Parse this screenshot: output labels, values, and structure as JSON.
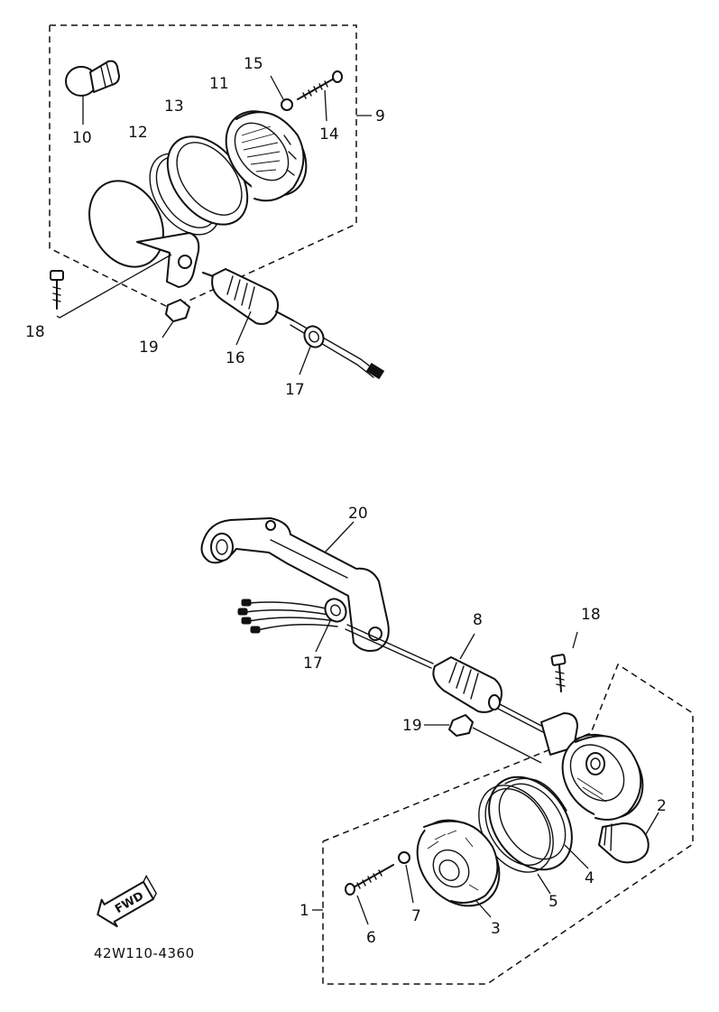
{
  "diagram_code": "42W110-4360",
  "fwd_label": "FWD",
  "callouts": {
    "c1": "1",
    "c2": "2",
    "c3": "3",
    "c4": "4",
    "c5": "5",
    "c6": "6",
    "c7": "7",
    "c8": "8",
    "c9": "9",
    "c10": "10",
    "c11": "11",
    "c12": "12",
    "c13": "13",
    "c14": "14",
    "c15": "15",
    "c16": "16",
    "c17a": "17",
    "c17b": "17",
    "c18a": "18",
    "c18b": "18",
    "c19a": "19",
    "c19b": "19",
    "c20": "20"
  }
}
